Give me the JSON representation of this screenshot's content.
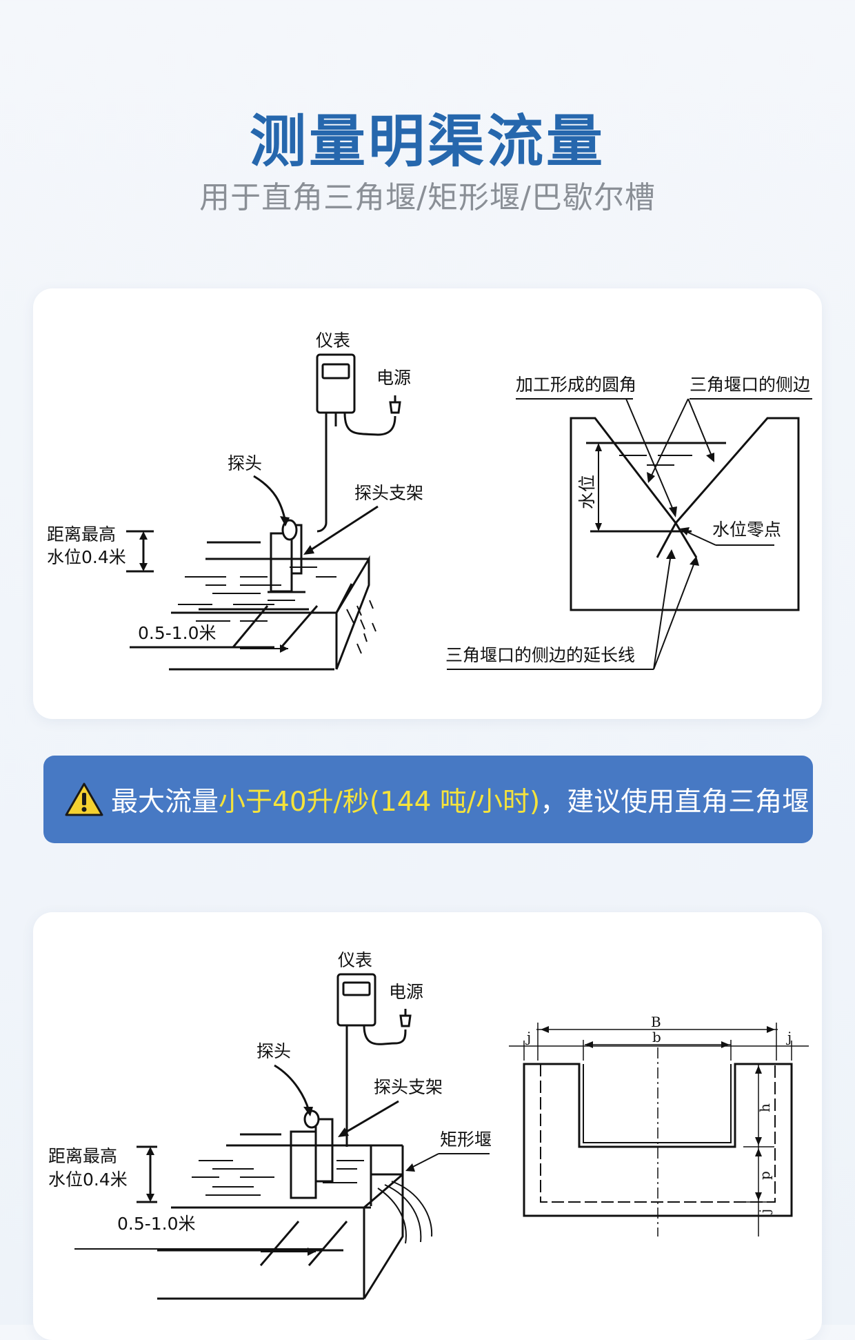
{
  "header": {
    "title": "测量明渠流量",
    "subtitle": "用于直角三角堰/矩形堰/巴歇尔槽"
  },
  "diagram1": {
    "meter": "仪表",
    "power": "电源",
    "probe": "探头",
    "probe_bracket": "探头支架",
    "distance_line1": "距离最高",
    "distance_line2": "水位0.4米",
    "range": "0.5-1.0米",
    "rounded_corner": "加工形成的圆角",
    "weir_side": "三角堰口的侧边",
    "water_level": "水位",
    "zero_point": "水位零点",
    "extension": "三角堰口的侧边的延长线"
  },
  "banner": {
    "prefix": "最大流量",
    "highlight": "小于40升/秒(144 吨/小时)",
    "suffix": "，建议使用直角三角堰",
    "icon": "warning-icon",
    "highlight_color": "#f5e33b"
  },
  "diagram2": {
    "meter": "仪表",
    "power": "电源",
    "probe": "探头",
    "probe_bracket": "探头支架",
    "rect_weir": "矩形堰",
    "distance_line1": "距离最高",
    "distance_line2": "水位0.4米",
    "range": "0.5-1.0米",
    "dim_B": "B",
    "dim_b": "b",
    "dim_j_left": "j",
    "dim_j_right": "j",
    "dim_h": "h",
    "dim_p": "p",
    "dim_j_bottom": "j"
  },
  "colors": {
    "title": "#2667ad",
    "subtitle": "#8a8f96",
    "banner_bg": "#4779c4"
  }
}
